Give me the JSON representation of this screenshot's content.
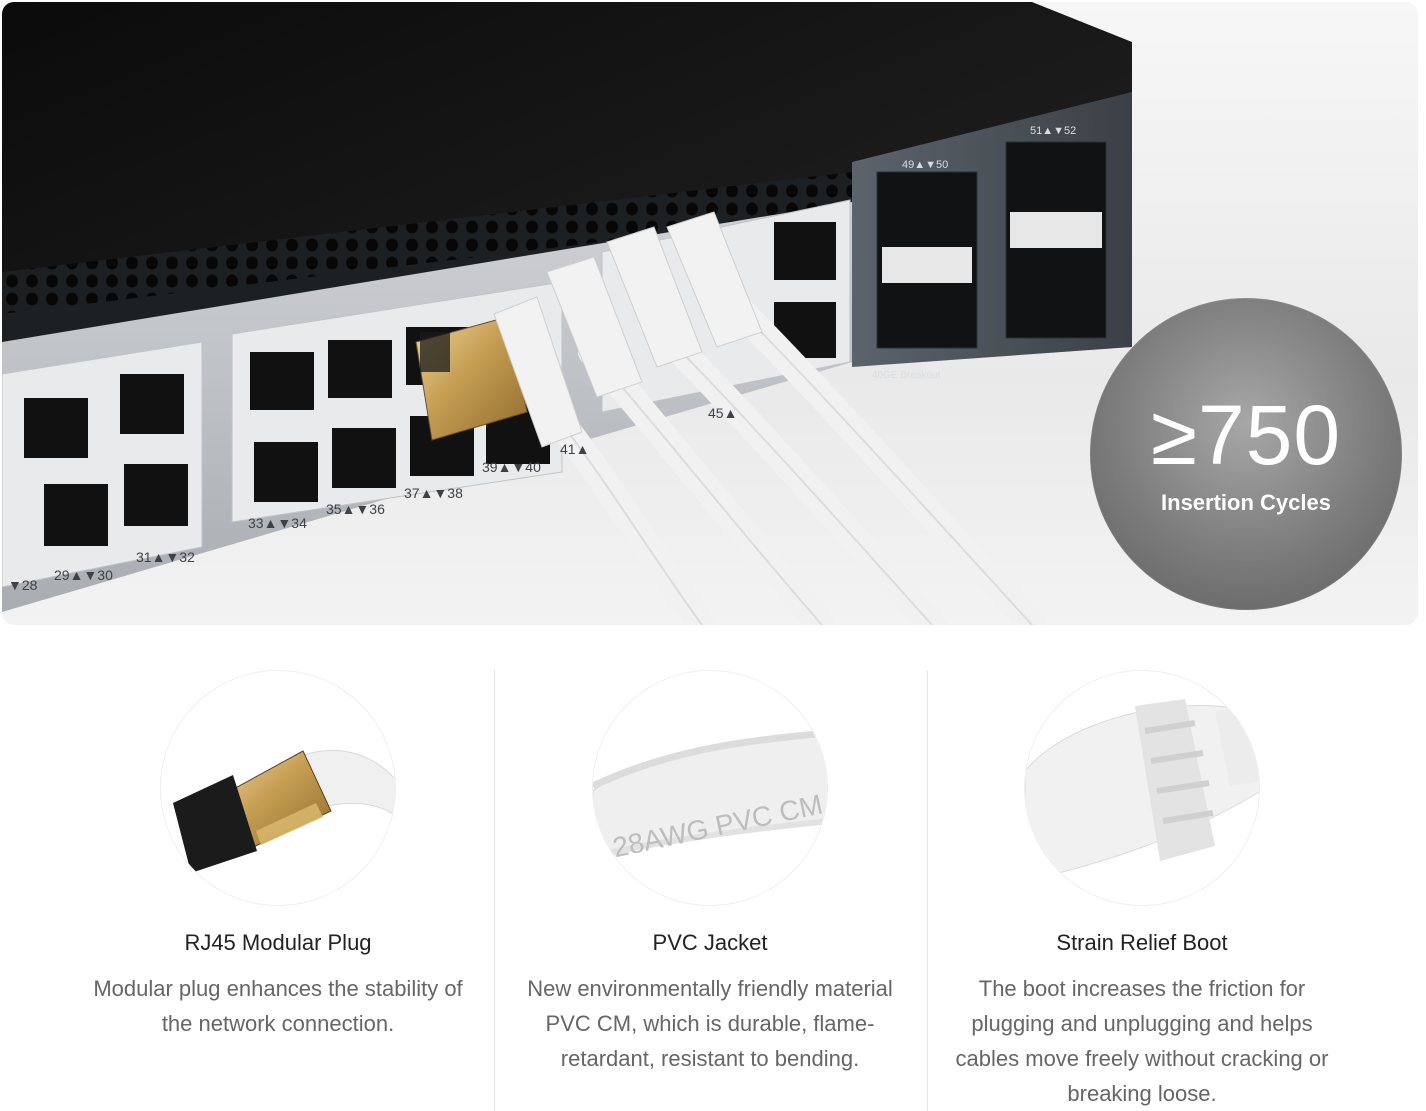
{
  "hero": {
    "badge": {
      "value": "≥750",
      "label": "Insertion Cycles"
    },
    "switch_labels": {
      "ports_bottom": [
        "▼28",
        "29▲▼30",
        "31▲▼32",
        "33▲▼34",
        "35▲▼36",
        "37▲▼38",
        "39▲▼40",
        "41▲",
        "45▲"
      ],
      "qsfp_top_left": "49▲▼50",
      "qsfp_top_right": "51▲▼52",
      "breakout": "40GE Breakout"
    }
  },
  "features": [
    {
      "title": "RJ45 Modular Plug",
      "description": "Modular plug enhances the stability of the network connection."
    },
    {
      "title": "PVC Jacket",
      "description": "New environmentally friendly material PVC CM, which is durable, flame-retardant, resistant to bending.",
      "jacket_print": "28AWG PVC CM"
    },
    {
      "title": "Strain Relief Boot",
      "description": "The boot increases the friction for plugging and unplugging and helps cables move freely without cracking or breaking loose."
    }
  ],
  "colors": {
    "badge_gray": "#7f7f7f",
    "switch_black": "#1b1c1e",
    "switch_gray": "#7e8891",
    "cable_white": "#f2f2f2",
    "gold": "#c8a35a",
    "title_text": "#222222",
    "desc_text": "#666666"
  }
}
